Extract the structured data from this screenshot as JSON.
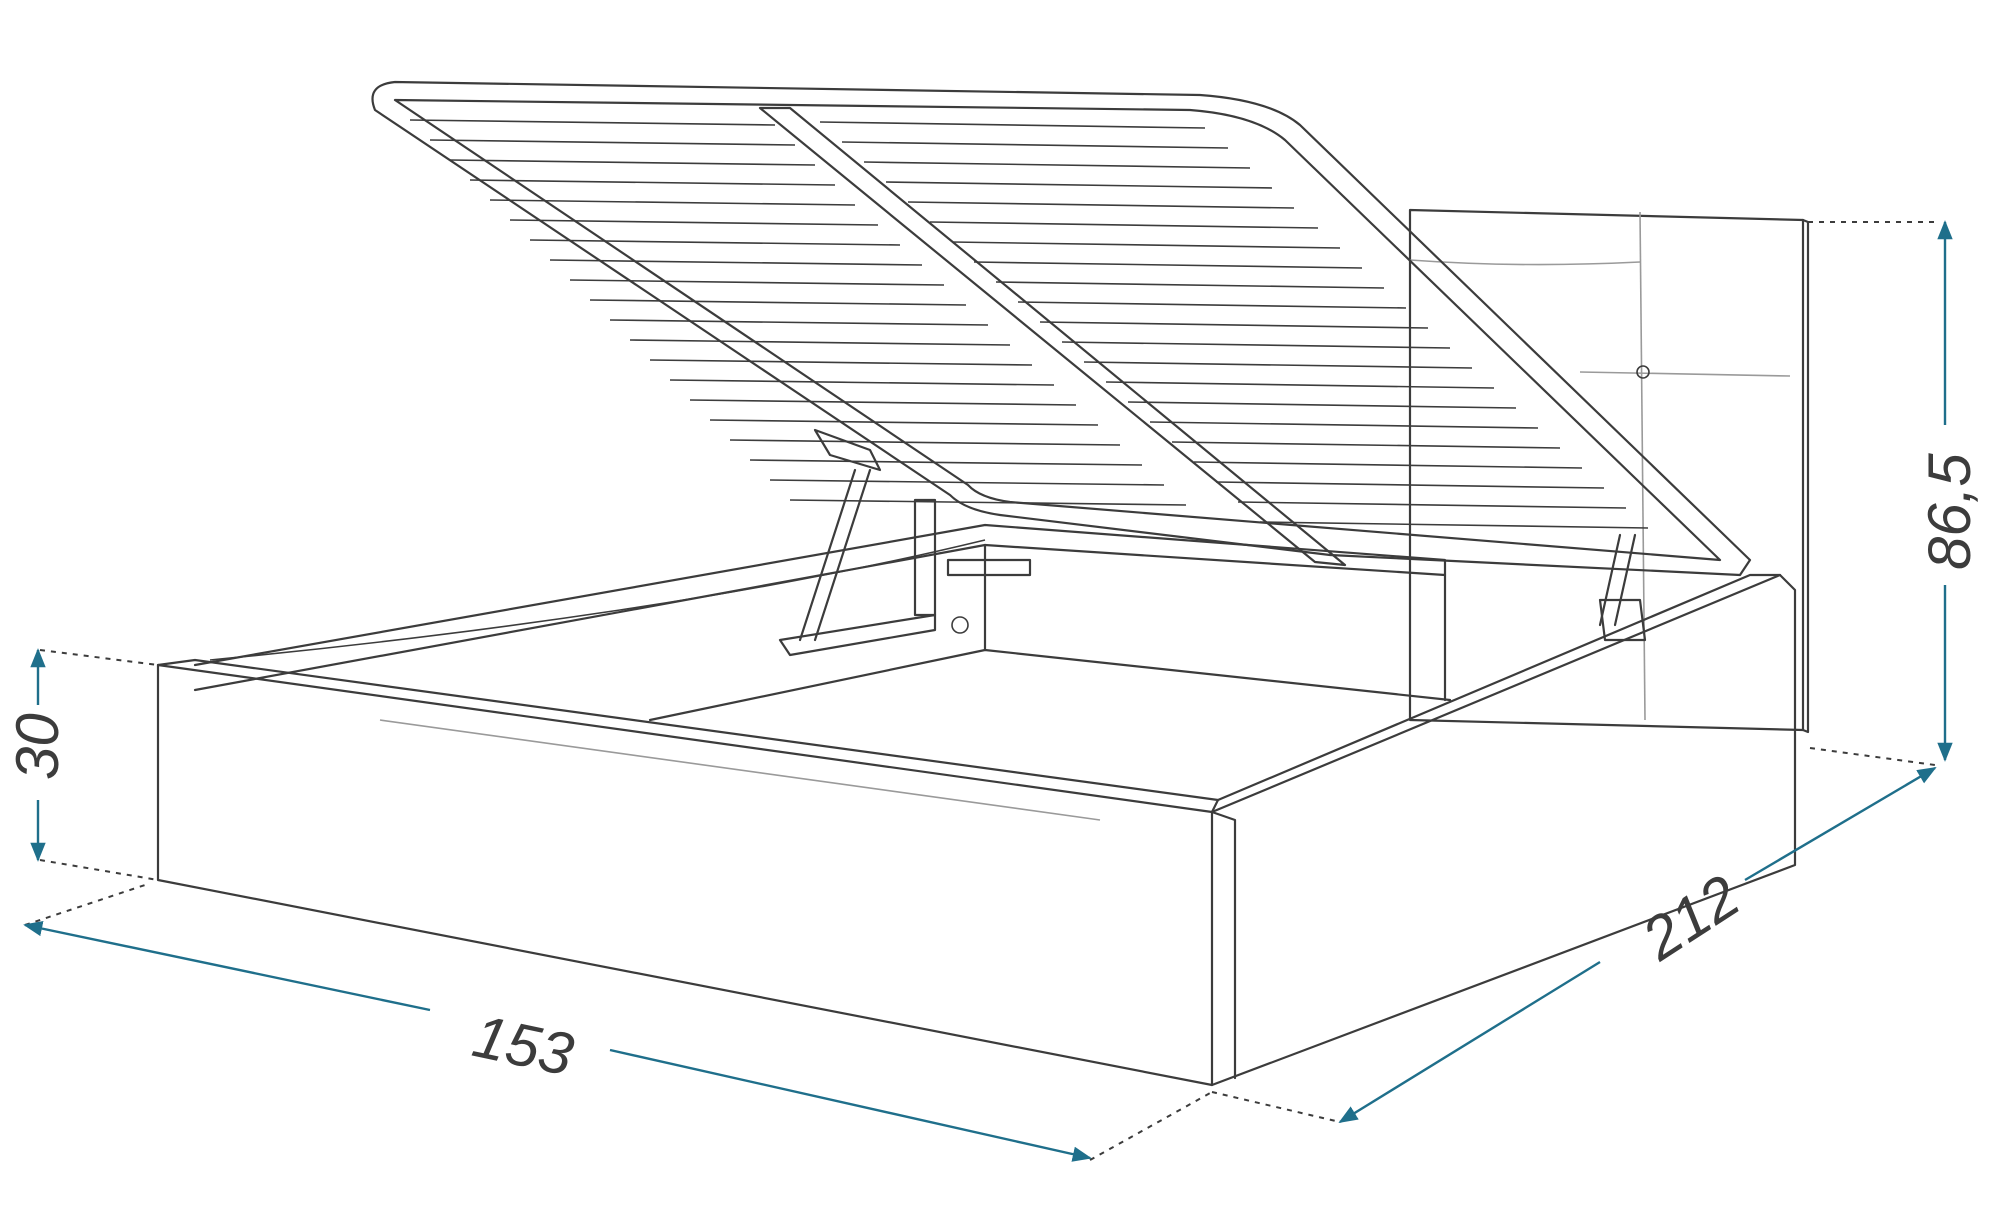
{
  "diagram": {
    "dimensions": {
      "width": "153",
      "length": "212",
      "height_frame": "30",
      "height_headboard": "86,5"
    },
    "colors": {
      "dimension_line": "#1f6f8b",
      "outline": "#3c3c3c"
    }
  }
}
